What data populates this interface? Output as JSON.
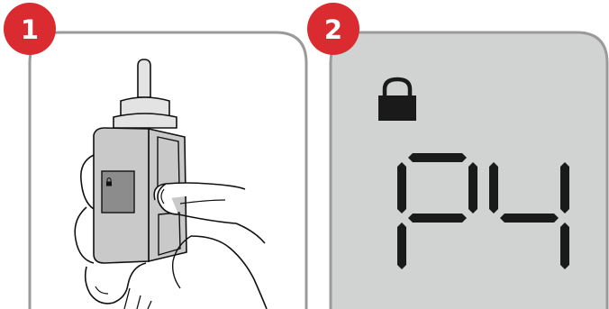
{
  "colors": {
    "badge": "#d92b30",
    "frame": "#9a9a9a",
    "lcd_background": "#d1d3d2",
    "lcd_segments": "#1a1a1a",
    "device_body": "#c9c9c9"
  },
  "panels": [
    {
      "step": "1",
      "illustration": "hand-pressing-device-button",
      "icons": [
        "hand-icon",
        "device-icon",
        "lock-icon"
      ]
    },
    {
      "step": "2",
      "illustration": "lcd-display",
      "display_text": "P4",
      "icons": [
        "lock-icon"
      ]
    }
  ]
}
